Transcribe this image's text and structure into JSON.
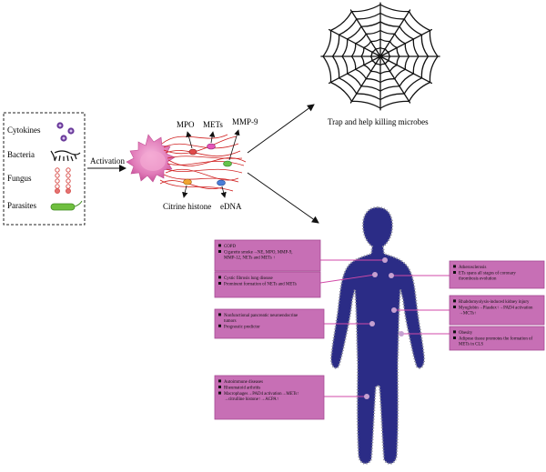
{
  "stimuli": {
    "items": [
      {
        "label": "Cytokines",
        "icon": "cytokine-dots-icon"
      },
      {
        "label": "Bacteria",
        "icon": "bacteria-icon"
      },
      {
        "label": "Fungus",
        "icon": "fungus-icon"
      },
      {
        "label": "Parasites",
        "icon": "parasite-icon"
      }
    ]
  },
  "activation_label": "Activation",
  "net_components": {
    "mpo": "MPO",
    "mets": "METs",
    "mmp9": "MMP-9",
    "citrine_histone": "Citrine histone",
    "edna": "eDNA"
  },
  "web_caption": "Trap and help killing microbes",
  "diseases": [
    {
      "bullets": [
        "COPD",
        "Cigarette smoke→NE, MPO, MMP-9, MMP-12, NETs and METs ↑"
      ]
    },
    {
      "bullets": [
        "Cystic fibrosis lung disease",
        "Prominent formation of NETs and METs"
      ]
    },
    {
      "bullets": [
        "Nonfunctional pancreatic neuroendocrine tumors",
        "Prognostic predictor"
      ]
    },
    {
      "bullets": [
        "Autoimmune diseases",
        "Rheumatoid arthritis",
        "Macrophages→PAD4 activation→METs↑ →citrulline histone↑→ACPA↑"
      ]
    },
    {
      "bullets": [
        "Atherosclerosis",
        "ETs spans all stages of coronary thrombosis evolution"
      ]
    },
    {
      "bullets": [
        "Rhabdomyolysis-induced kidney injury",
        "Myoglobin→Plasdex↑→PAD4 activation →MCTs↑"
      ]
    },
    {
      "bullets": [
        "Obesity",
        "Adipose tissue promotes the formation of METs in CLS"
      ]
    }
  ],
  "colors": {
    "box_fill": "#c76fb5",
    "box_stroke": "#a54a93",
    "body_fill": "#2b2c86",
    "body_dots": "#8d8d9c",
    "leader": "#d24aa8"
  }
}
